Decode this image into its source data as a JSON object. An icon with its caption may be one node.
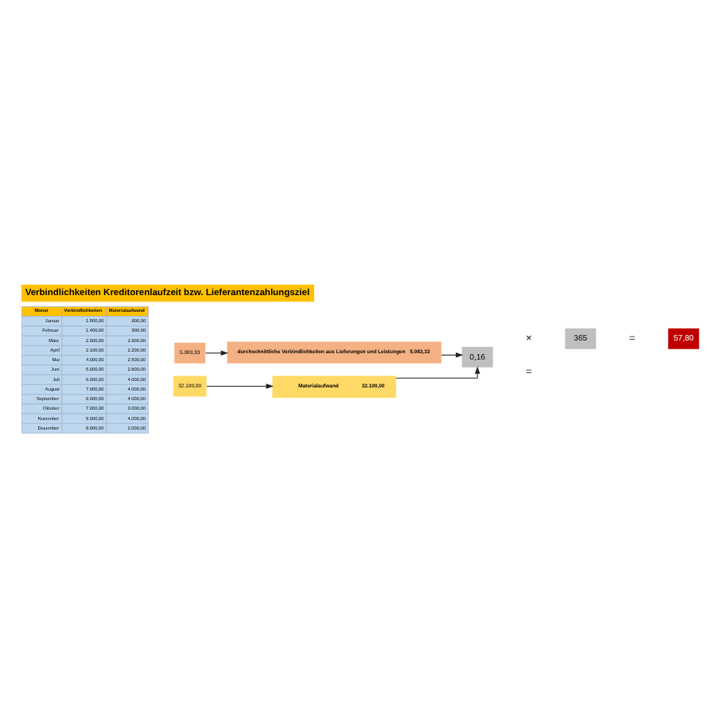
{
  "diagram": {
    "title": "Verbindlichkeiten Kreditorenlaufzeit bzw. Lieferantenzahlungsziel",
    "nodes": [
      {
        "text": [
          "5.083,33"
        ]
      },
      {
        "text": [
          "32.100,00"
        ]
      },
      {
        "text": [
          "durchschnittliche Verbindlichkeiten aus Lieferungen und Leistungen",
          "5.083,33"
        ]
      },
      {
        "text": [
          "Materialaufwand",
          "32.100,00"
        ]
      },
      {
        "text": [
          "0,16"
        ]
      },
      {
        "text": [
          "365"
        ]
      },
      {
        "text": [
          "57,80"
        ]
      }
    ],
    "edges": [
      {
        "from": 0,
        "to": 2,
        "arrow": "to"
      },
      {
        "from": 1,
        "to": 3,
        "arrow": "to"
      },
      {
        "from": 2,
        "to": 4,
        "arrow": "to"
      },
      {
        "from": 3,
        "to": 4,
        "arrow": "to"
      }
    ],
    "labels": [
      "Monat",
      "Verbindlichkeiten",
      "Materialaufwand",
      "Januar",
      "1.500,00",
      "800,00",
      "Februar",
      "1.400,00",
      "900,00",
      "März",
      "2.000,00",
      "1.900,00",
      "April",
      "2.100,00",
      "2.200,00",
      "Mai",
      "4.000,00",
      "2.500,00",
      "Juni",
      "5.000,00",
      "2.800,00",
      "Juli",
      "6.000,00",
      "4.000,00",
      "August",
      "7.000,00",
      "4.000,00",
      "September",
      "8.000,00",
      "4.000,00",
      "Oktober",
      "7.000,00",
      "3.000,00",
      "November",
      "9.000,00",
      "4.000,00",
      "Dezember",
      "8.000,00",
      "2.000,00",
      "=",
      "×",
      "="
    ]
  }
}
